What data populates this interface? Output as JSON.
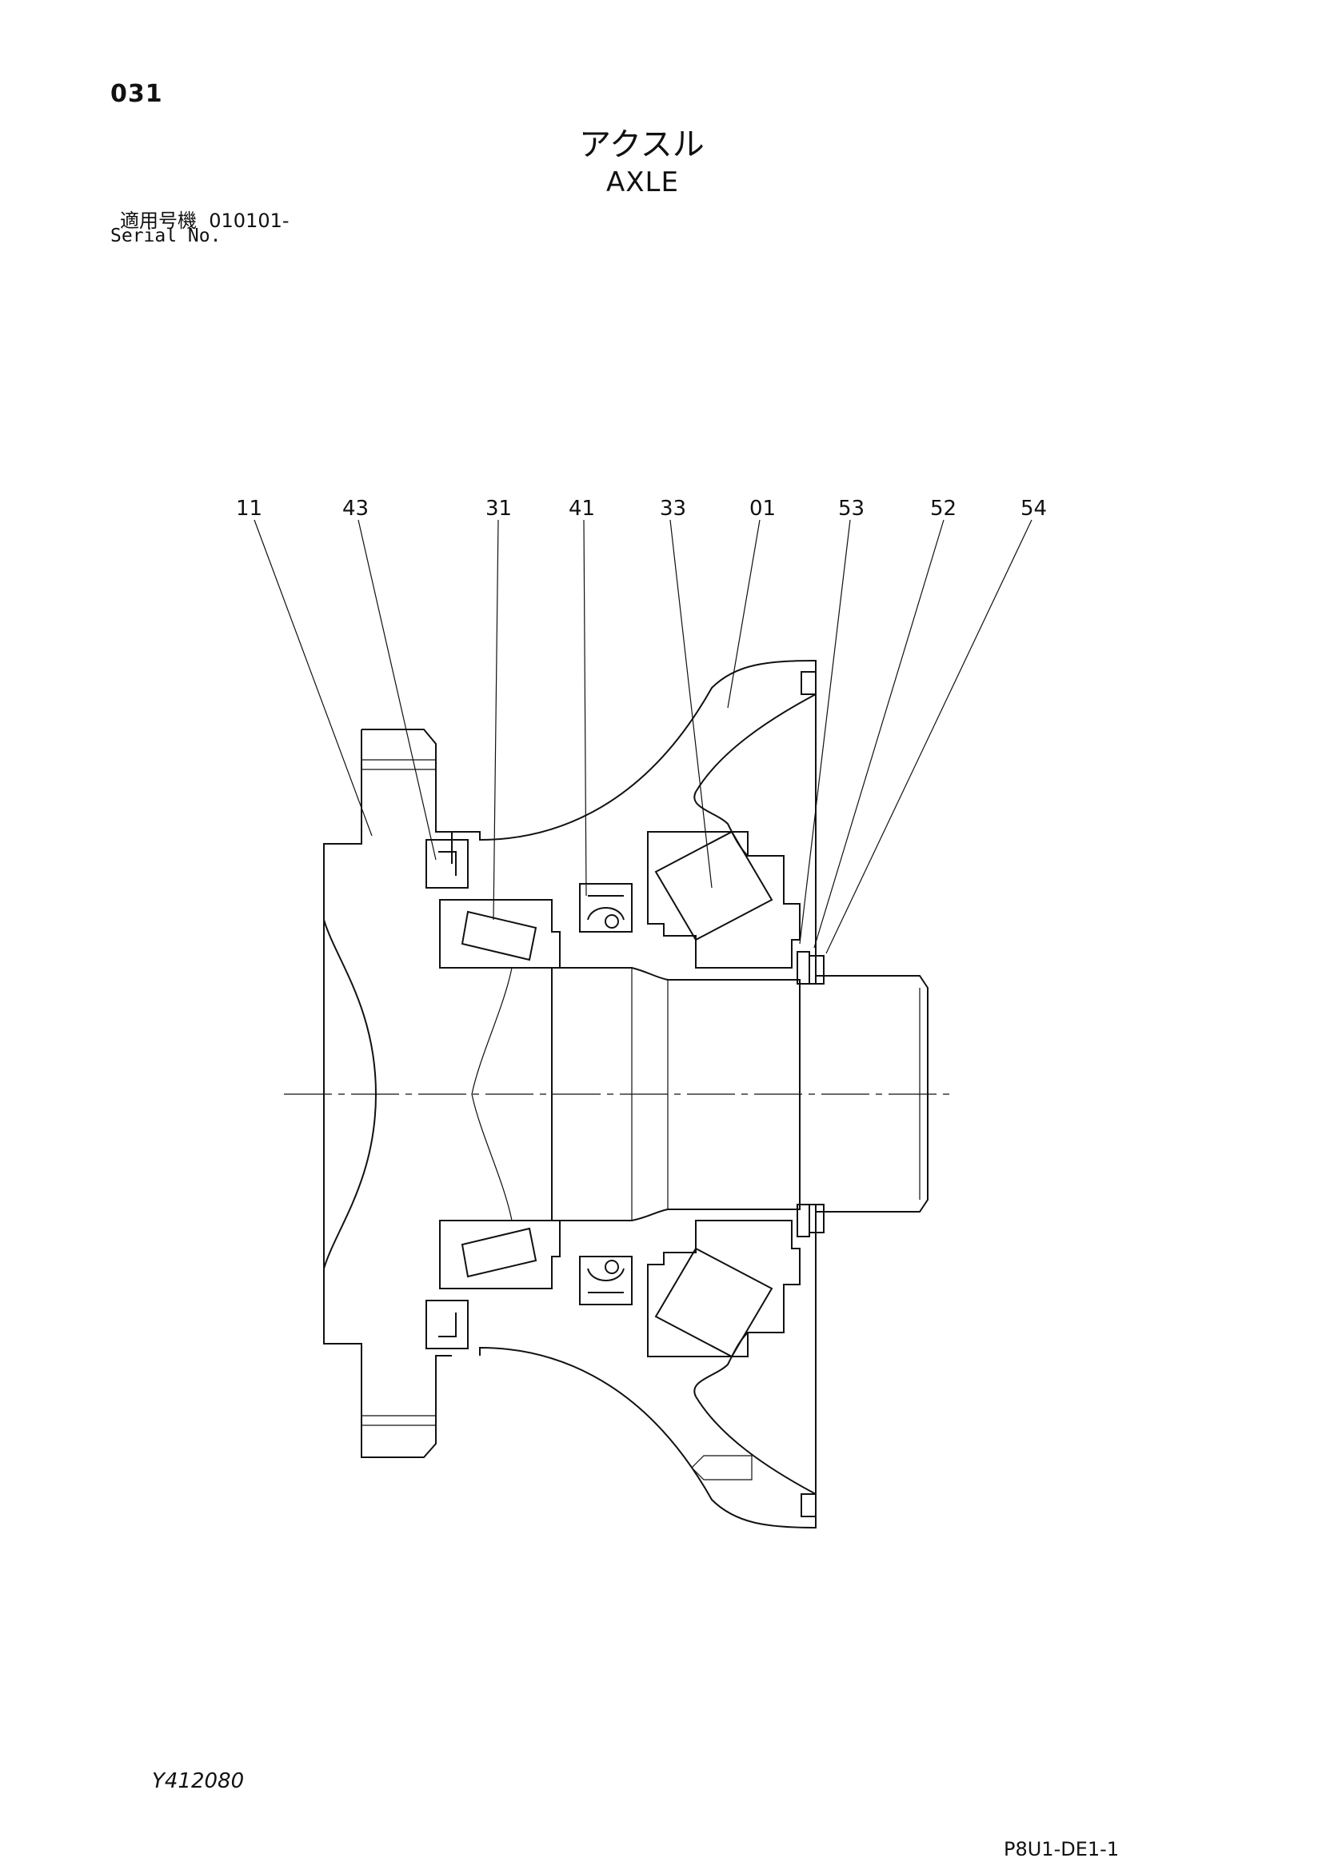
{
  "header": {
    "page_number": "031",
    "title_jp": "アクスル",
    "title_en": "AXLE",
    "serial_label_jp": "適用号機",
    "serial_value": "010101-",
    "serial_label_en": "Serial No."
  },
  "callouts": [
    "11",
    "43",
    "31",
    "41",
    "33",
    "01",
    "53",
    "52",
    "54"
  ],
  "footer": {
    "drawing_code": "Y412080",
    "page_code": "P8U1-DE1-1"
  }
}
